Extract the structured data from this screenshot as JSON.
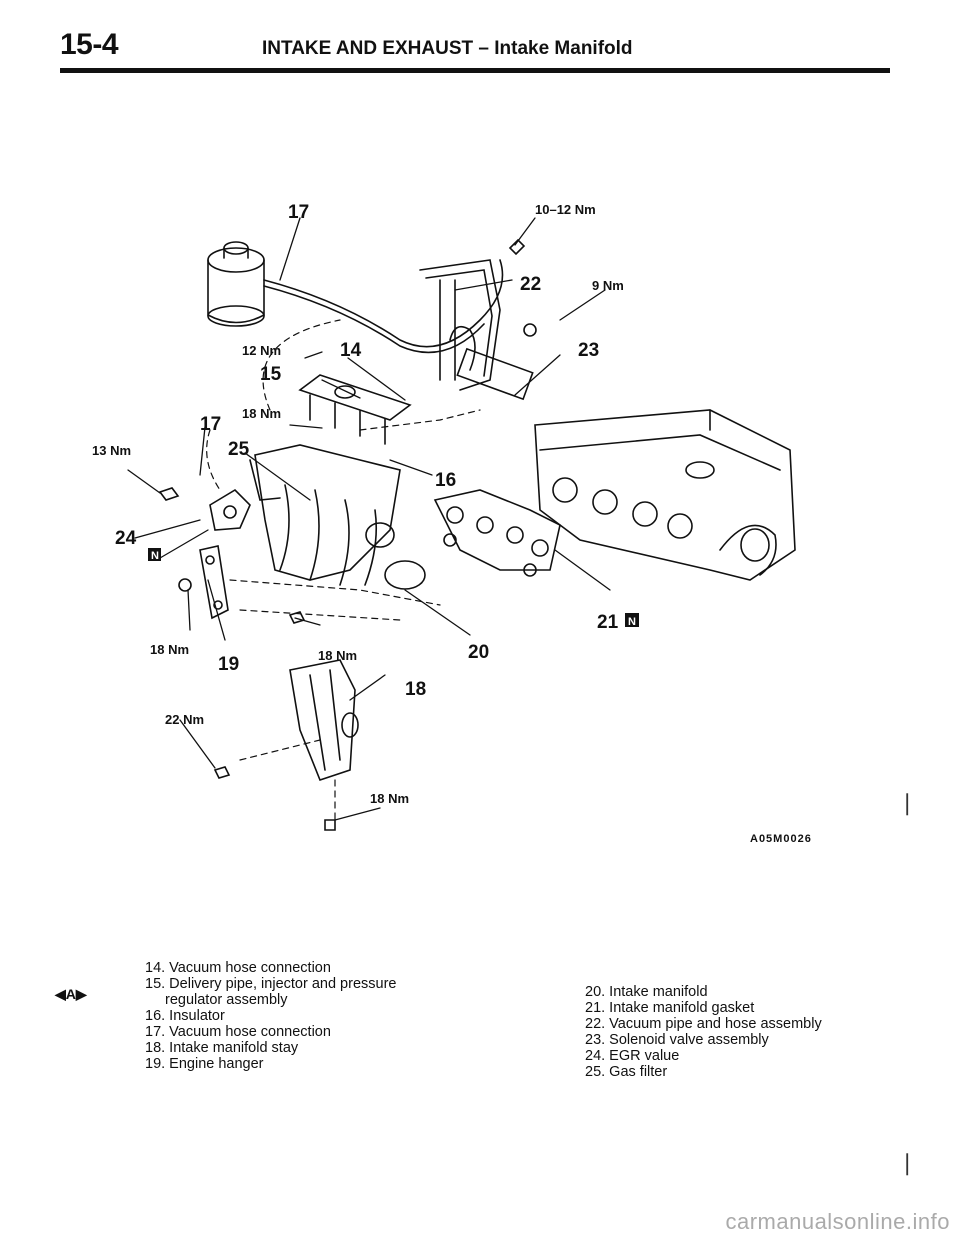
{
  "header": {
    "page_number": "15-4",
    "title": "INTAKE AND EXHAUST – Intake Manifold"
  },
  "diagram": {
    "figure_code": "A05M0026",
    "torque_labels": {
      "t_10_12": "10–12 Nm",
      "t_9": "9 Nm",
      "t_12": "12 Nm",
      "t_18a": "18 Nm",
      "t_13": "13 Nm",
      "t_18b": "18 Nm",
      "t_18c": "18 Nm",
      "t_22": "22 Nm",
      "t_18d": "18 Nm"
    },
    "callouts": {
      "c17a": "17",
      "c22": "22",
      "c23": "23",
      "c14": "14",
      "c15": "15",
      "c17b": "17",
      "c25": "25",
      "c16": "16",
      "c24": "24",
      "c21": "21",
      "c20": "20",
      "c19": "19",
      "c18": "18"
    }
  },
  "legend": {
    "ref_mark": "A",
    "left": [
      "14. Vacuum hose connection",
      "15. Delivery pipe, injector and pressure",
      "regulator assembly",
      "16. Insulator",
      "17. Vacuum hose connection",
      "18. Intake manifold stay",
      "19. Engine hanger"
    ],
    "right": [
      "20. Intake manifold",
      "21. Intake manifold gasket",
      "22. Vacuum pipe and hose assembly",
      "23. Solenoid valve assembly",
      "24. EGR value",
      "25. Gas filter"
    ]
  },
  "footer": {
    "watermark": "carmanualsonline.info"
  }
}
